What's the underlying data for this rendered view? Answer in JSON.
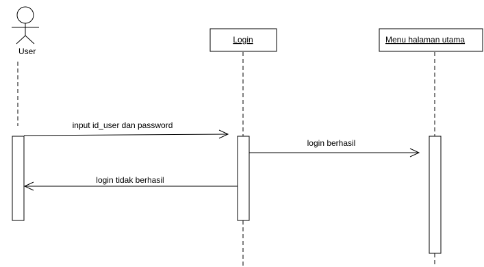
{
  "actor": {
    "name": "User"
  },
  "objects": [
    {
      "name": "Login"
    },
    {
      "name": "Menu halaman utama"
    }
  ],
  "messages": [
    {
      "label": "input id_user dan password",
      "from": "User",
      "to": "Login"
    },
    {
      "label": "login berhasil",
      "from": "Login",
      "to": "Menu halaman utama"
    },
    {
      "label": "login tidak berhasil",
      "from": "Login",
      "to": "User"
    }
  ]
}
